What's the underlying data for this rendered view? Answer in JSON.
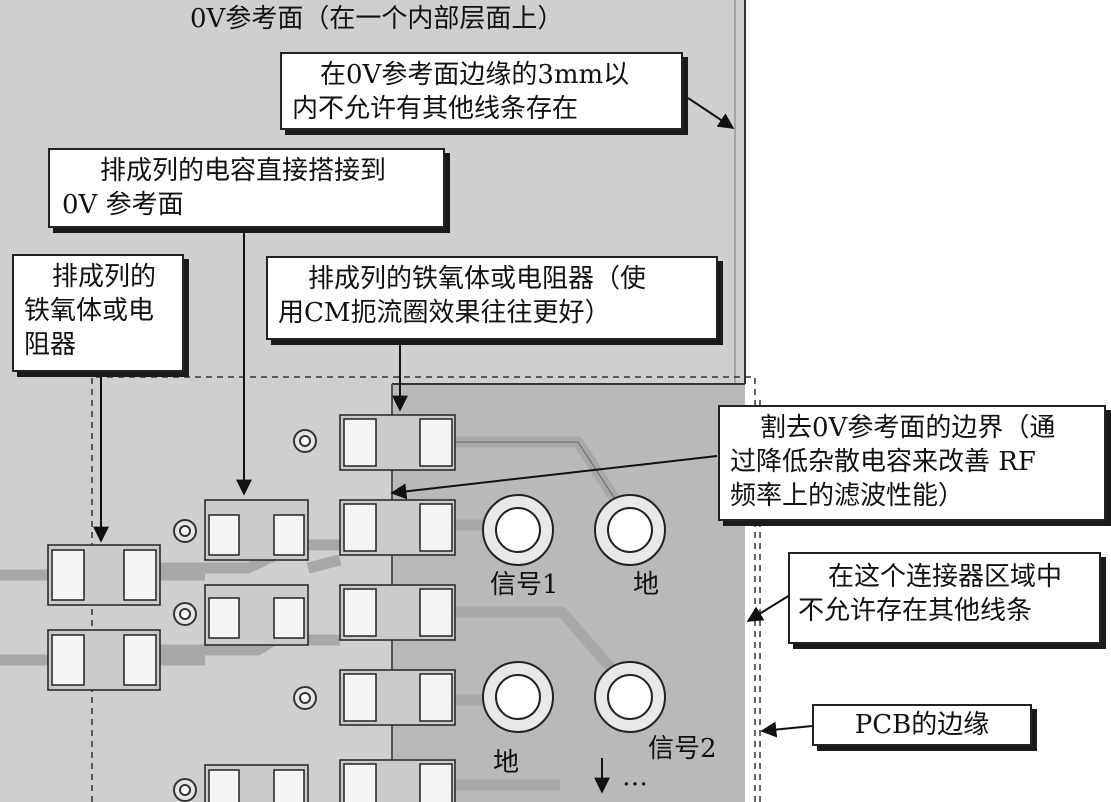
{
  "labels": {
    "plane_title": "0V参考面（在一个内部层面上）",
    "keepout_3mm_l1": "在0V参考面边缘的3mm以",
    "keepout_3mm_l2": "内不允许有其他线条存在",
    "caps_l1": "排成列的电容直接搭接到",
    "caps_l2": "0V 参考面",
    "ferrite_l1": "排成列的",
    "ferrite_l2": "铁氧体或电",
    "ferrite_l3": "阻器",
    "ferrite2_l1": "排成列的铁氧体或电阻器（使",
    "ferrite2_l2": "用CM扼流圈效果往往更好）",
    "cutback_l1": "割去0V参考面的边界（通",
    "cutback_l2": "过降低杂散电容来改善 RF",
    "cutback_l3": "频率上的滤波性能）",
    "connector_l1": "在这个连接器区域中",
    "connector_l2": "不允许存在其他线条",
    "pcb_edge": "PCB的边缘",
    "signal1": "信号1",
    "ground1": "地",
    "ground2": "地",
    "signal2": "信号2",
    "ellipsis": "…"
  },
  "colors": {
    "plane": "#cfcfcf",
    "connector_area": "#b9b9b9",
    "trace": "#a8a8a8",
    "component_body": "#cbcbcb",
    "component_pad": "#f4f4f4",
    "outline": "#222222"
  }
}
